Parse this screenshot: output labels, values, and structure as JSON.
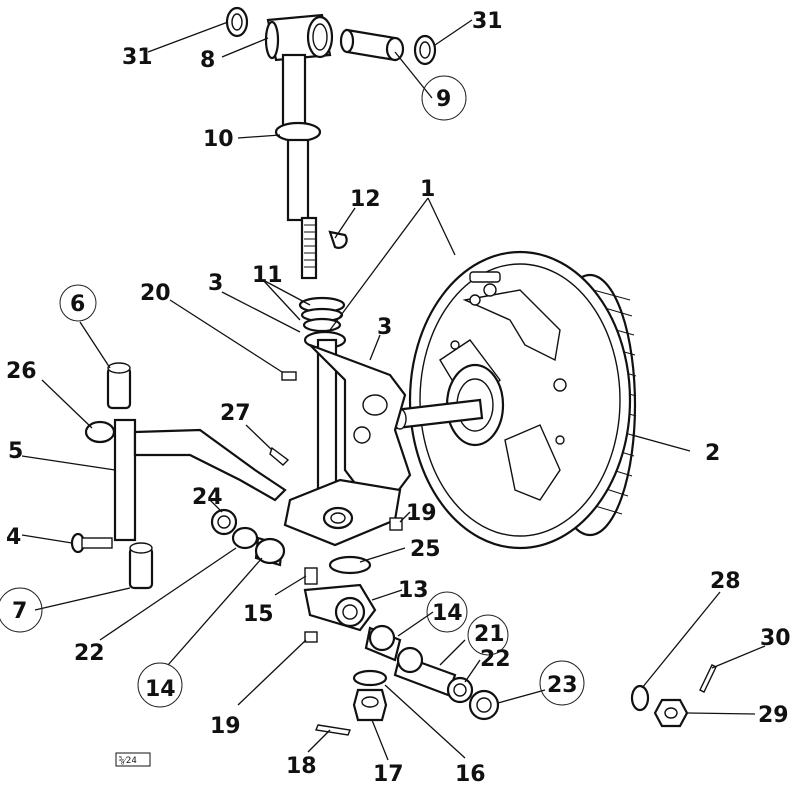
{
  "diagram": {
    "reference_code": "⅝⁄24",
    "callouts": {
      "c1": "1",
      "c2": "2",
      "c3a": "3",
      "c3b": "3",
      "c4": "4",
      "c5": "5",
      "c6": "6",
      "c7": "7",
      "c8": "8",
      "c9": "9",
      "c10": "10",
      "c11": "11",
      "c12": "12",
      "c13": "13",
      "c14a": "14",
      "c14b": "14",
      "c15": "15",
      "c16": "16",
      "c17": "17",
      "c18": "18",
      "c19a": "19",
      "c19b": "19",
      "c20": "20",
      "c21": "21",
      "c22a": "22",
      "c22b": "22",
      "c23": "23",
      "c24": "24",
      "c25": "25",
      "c26": "26",
      "c27": "27",
      "c28": "28",
      "c29": "29",
      "c30": "30",
      "c31a": "31",
      "c31b": "31"
    }
  }
}
